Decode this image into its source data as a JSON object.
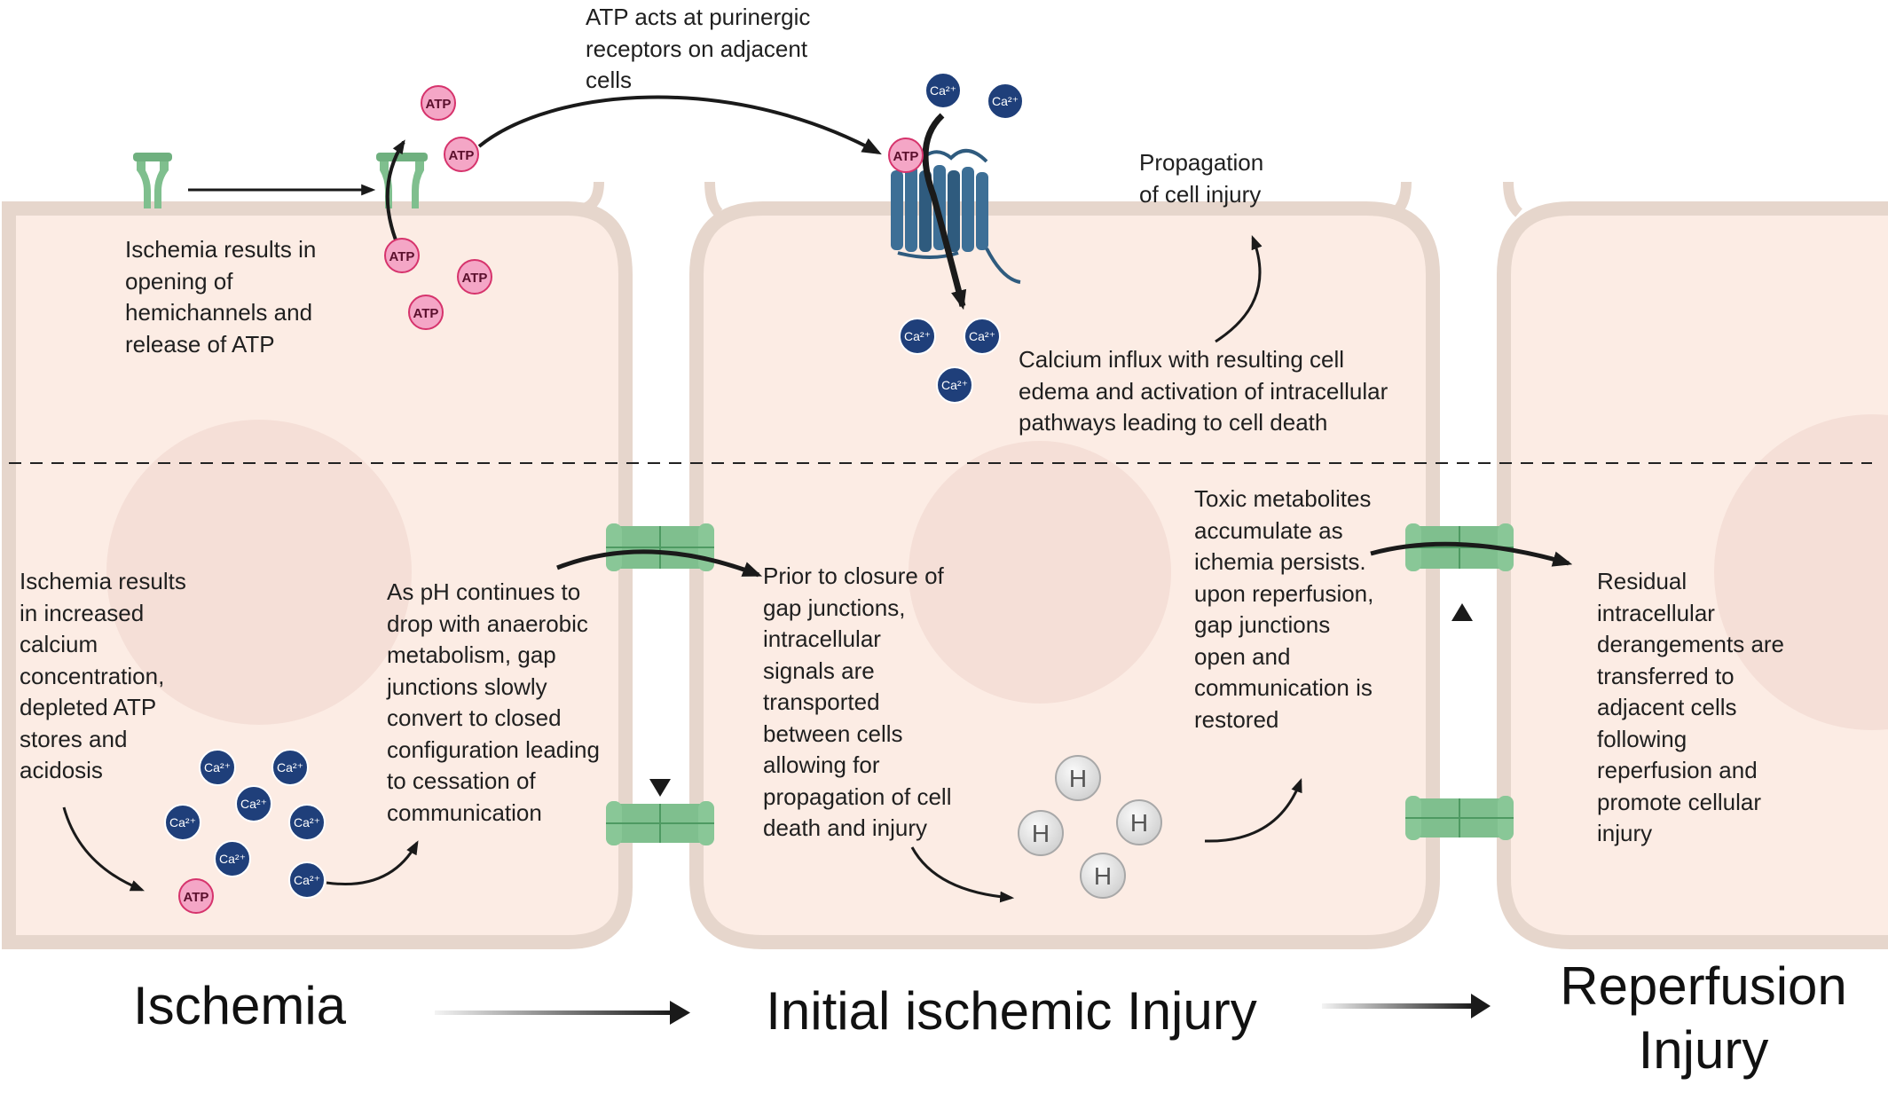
{
  "molecules": {
    "atp": "ATP",
    "calcium": "Ca²⁺",
    "hydrogen": "H"
  },
  "annotations": {
    "atp_purinergic": "ATP acts at purinergic\nreceptors on adjacent\ncells",
    "propagation": "Propagation\nof cell injury",
    "hemichannels": "Ischemia results in\nopening of\nhemichannels and\nrelease of ATP",
    "calcium_influx": "Calcium influx with resulting cell\nedema and activation of intracellular\npathways leading to cell death",
    "ischemia_calcium": "Ischemia results\nin increased\ncalcium\nconcentration,\ndepleted ATP\nstores and\nacidosis",
    "ph_drop": "As pH continues to\ndrop with anaerobic\nmetabolism, gap\njunctions slowly\nconvert to closed\nconfiguration leading\nto cessation of\ncommunication",
    "gap_closure": "Prior to closure of\ngap junctions,\nintracellular\nsignals  are\ntransported\nbetween cells\nallowing for\npropagation of cell\ndeath and injury",
    "toxic_metabolites": "Toxic  metabolites\naccumulate  as\nichemia persists.\nupon reperfusion,\ngap junctions\nopen and\ncommunication is\nrestored",
    "residual": "Residual\nintracellular\nderangements are\ntransferred to\nadjacent cells\nfollowing\nreperfusion and\npromote cellular\ninjury"
  },
  "stages": {
    "ischemia": "Ischemia",
    "initial": "Initial ischemic Injury",
    "reperfusion": "Reperfusion\nInjury"
  },
  "colors": {
    "cell_fill": "#fcece4",
    "cell_border": "#e6d6cc",
    "nucleus": "#f5dfd7",
    "channel_green": "#7fbf8e",
    "channel_dark": "#4e9a62",
    "receptor_blue": "#3d6f96",
    "calcium_fill": "#1f3f7a",
    "atp_fill": "#f4a6c6",
    "atp_stroke": "#d6336c",
    "hydrogen_fill": "#e3e3e3",
    "arrow": "#1a1a1a"
  }
}
